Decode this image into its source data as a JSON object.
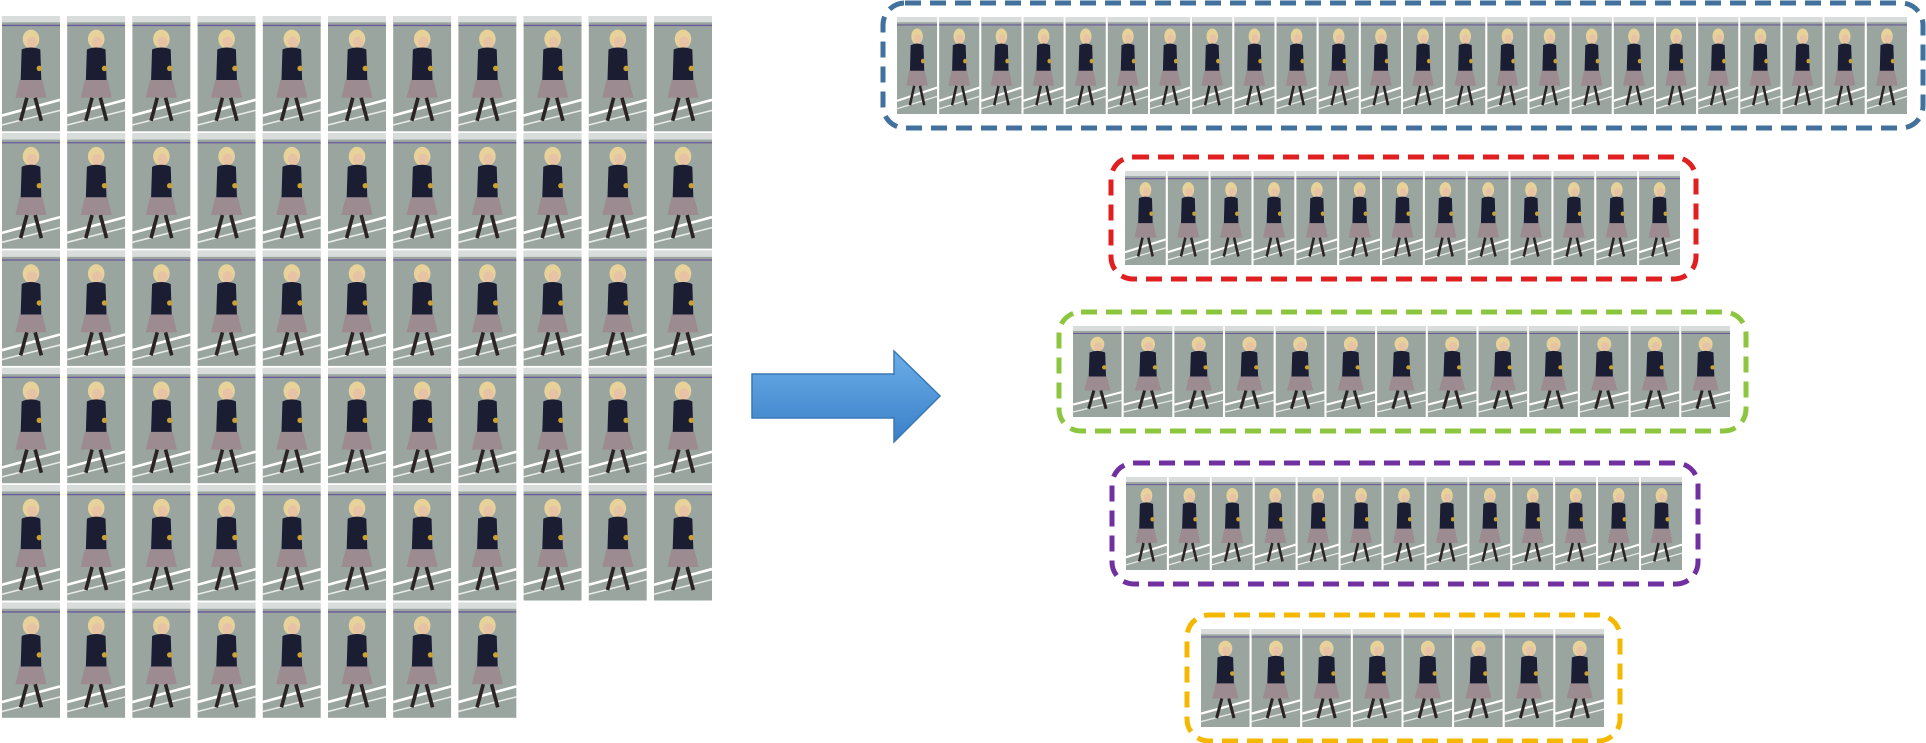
{
  "figure": {
    "source_grid": {
      "row_frame_counts": [
        11,
        11,
        11,
        11,
        11,
        8
      ]
    },
    "arrow": {
      "color": "#4a90d9",
      "direction": "right"
    },
    "sequence_groups": [
      {
        "color": "#41719c",
        "frames": 24,
        "border": "dashed"
      },
      {
        "color": "#e02020",
        "frames": 13,
        "border": "dashed"
      },
      {
        "color": "#8cc63f",
        "frames": 13,
        "border": "dashed"
      },
      {
        "color": "#7030a0",
        "frames": 13,
        "border": "dashed"
      },
      {
        "color": "#f5b800",
        "frames": 8,
        "border": "dashed"
      }
    ]
  }
}
